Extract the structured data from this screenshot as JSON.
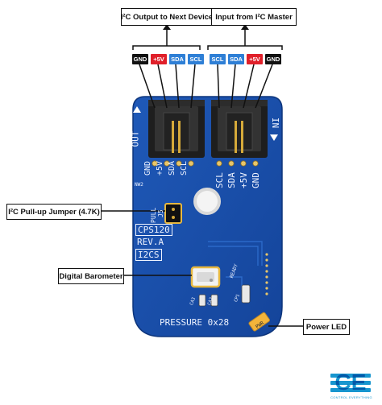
{
  "callouts": {
    "output": "I²C Output to Next Device",
    "input": "Input from I²C Master",
    "pullup": "I²C Pull-up Jumper (4.7K)",
    "barometer": "Digital Barometer",
    "power_led": "Power LED"
  },
  "pins_out": [
    "GND",
    "+5V",
    "SDA",
    "SCL"
  ],
  "pins_in": [
    "SCL",
    "SDA",
    "+5V",
    "GND"
  ],
  "board": {
    "out_label": "OUT",
    "in_label": "IN",
    "silk_out": [
      "GND",
      "+5V",
      "SDA",
      "SCL"
    ],
    "silk_in": [
      "SCL",
      "SDA",
      "+5V",
      "GND"
    ],
    "pull_label": "PULL",
    "pull_jumper": "J5",
    "model": "CPS120",
    "revision": "REV.A",
    "bus": "I2CS",
    "ready": "READY",
    "product": "PRESSURE 0x28",
    "pwr": "PWR",
    "caps": [
      "CA3",
      "CA2",
      "CP1"
    ],
    "nw": "NW2"
  },
  "logo": {
    "mark": "CE",
    "tagline": "CONTROL EVERYTHING"
  }
}
